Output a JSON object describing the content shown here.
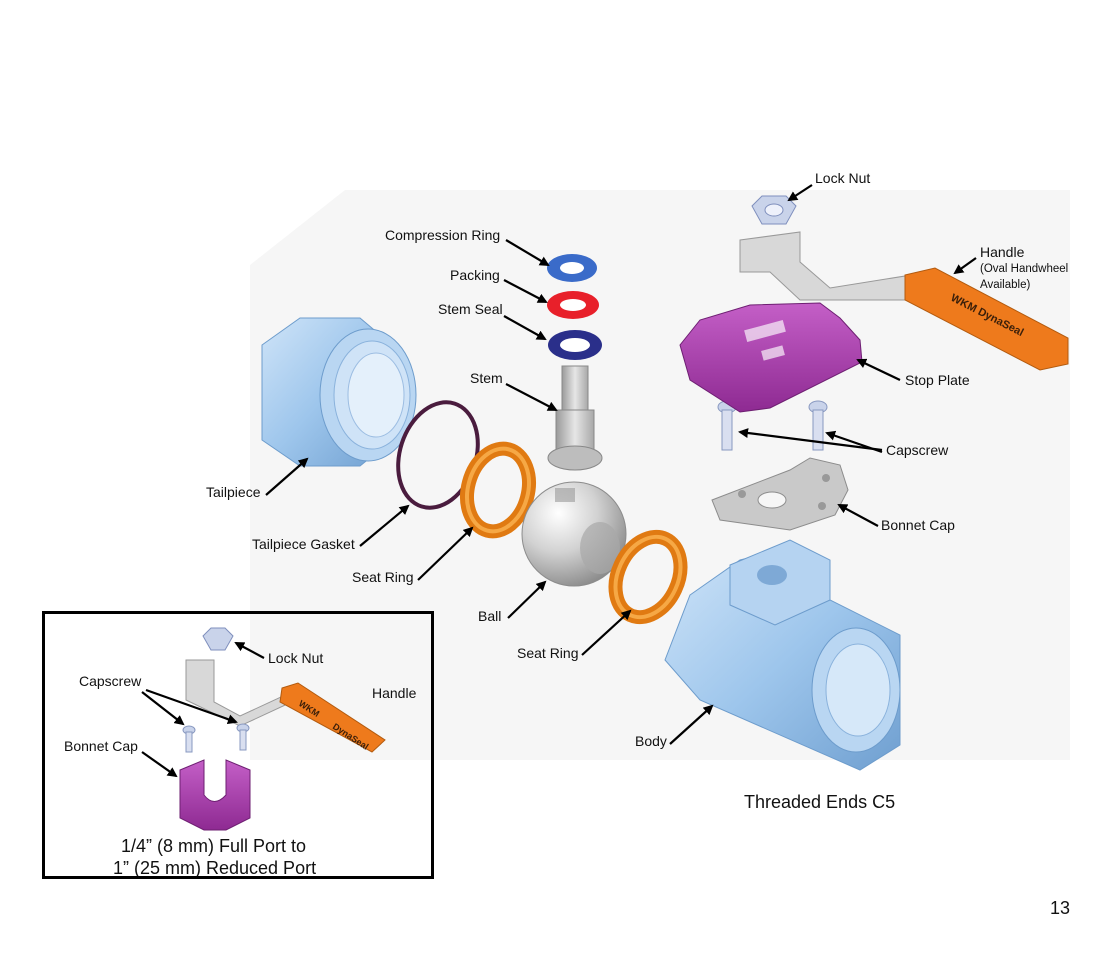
{
  "labels": {
    "lock_nut": "Lock Nut",
    "handle": "Handle",
    "handle_note_1": "(Oval Handwheel",
    "handle_note_2": "Available)",
    "compression_ring": "Compression Ring",
    "packing": "Packing",
    "stem_seal": "Stem Seal",
    "stem": "Stem",
    "stop_plate": "Stop Plate",
    "capscrew": "Capscrew",
    "tailpiece": "Tailpiece",
    "bonnet_cap": "Bonnet Cap",
    "tailpiece_gasket": "Tailpiece Gasket",
    "seat_ring_left": "Seat Ring",
    "ball": "Ball",
    "seat_ring_right": "Seat Ring",
    "body": "Body",
    "threaded_ends": "Threaded Ends C5"
  },
  "handle_text": "WKM DynaSeal",
  "inset": {
    "lock_nut": "Lock Nut",
    "capscrew": "Capscrew",
    "handle": "Handle",
    "bonnet_cap": "Bonnet Cap",
    "handle_text_1": "WKM",
    "handle_text_2": "DynaSeal",
    "caption_1": "1/4” (8 mm) Full Port to",
    "caption_2": "1” (25 mm) Reduced Port"
  },
  "page_number": "13",
  "colors": {
    "body_blue": "#9ec6ec",
    "ring_blue": "#3a6bc9",
    "packing_red": "#e8202a",
    "stem_seal_navy": "#2a2f8a",
    "seat_orange": "#f08a1c",
    "stop_plate_magenta": "#a23aa6",
    "handle_orange": "#ee7a1c",
    "metal_gray": "#c9c9c9"
  }
}
